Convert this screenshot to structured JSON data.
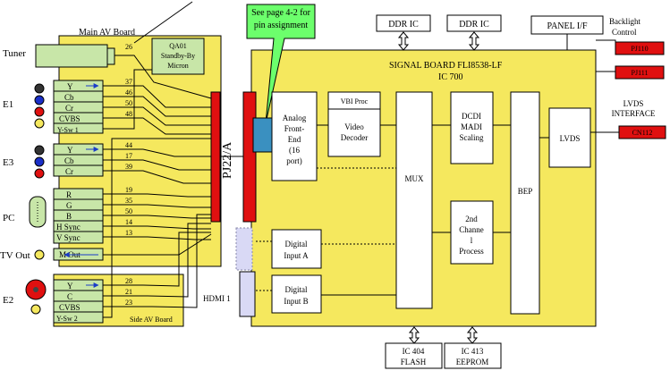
{
  "main_av_board": {
    "title": "Main AV Board",
    "qa01": [
      "QA01",
      "Standby-By",
      "Micron"
    ]
  },
  "side_av_board": {
    "title": "Side AV Board"
  },
  "tuner": {
    "label": "Tuner",
    "pin": "26"
  },
  "e1": {
    "label": "E1",
    "signals": [
      "Y",
      "Cb",
      "Cr",
      "CVBS",
      "Y-Sw 1"
    ],
    "pins": [
      "37",
      "46",
      "50",
      "48"
    ]
  },
  "e3": {
    "label": "E3",
    "signals": [
      "Y",
      "Cb",
      "Cr"
    ],
    "pins": [
      "44",
      "17",
      "39"
    ]
  },
  "pc": {
    "label": "PC",
    "signals": [
      "R",
      "G",
      "B",
      "H Sync",
      "V Sync"
    ],
    "pins": [
      "19",
      "35",
      "50",
      "14",
      "13"
    ]
  },
  "tv_out": {
    "label": "TV Out",
    "signal": "M Out"
  },
  "e2": {
    "label": "E2",
    "signals": [
      "Y",
      "C",
      "CVBS",
      "Y-Sw 2"
    ],
    "pins": [
      "28",
      "21",
      "23"
    ]
  },
  "hdmi": {
    "label": "HDMI 1"
  },
  "connector": {
    "label": "PJ22/A"
  },
  "callout": {
    "lines": [
      "See page 4-2 for",
      "pin assignment"
    ]
  },
  "signal_board": {
    "title": "SIGNAL BOARD FLI8538-LF",
    "subtitle": "IC 700"
  },
  "ddr1": {
    "label": "DDR  IC"
  },
  "ddr2": {
    "label": "DDR  IC"
  },
  "panel": {
    "label": "PANEL  I/F"
  },
  "backlight": {
    "lines": [
      "Backlight",
      "Control"
    ],
    "pins": [
      "PJ110",
      "PJ111"
    ]
  },
  "lvds_interface": {
    "lines": [
      "LVDS",
      "INTERFACE"
    ],
    "pin": "CN112"
  },
  "blocks": {
    "analog_fe": [
      "Analog",
      "Front-",
      "End",
      "(16",
      "port)"
    ],
    "vbi": "VBI Proc",
    "video_decoder": [
      "Video",
      "Decoder"
    ],
    "digital_a": [
      "Digital",
      "Input A"
    ],
    "digital_b": [
      "Digital",
      "Input B"
    ],
    "mux": "MUX",
    "dcdi": [
      "DCDI",
      "MADI",
      "Scaling"
    ],
    "second_channel": [
      "2nd",
      "Channe",
      "l",
      "Process"
    ],
    "bep": "BEP",
    "lvds": "LVDS"
  },
  "ic404": [
    "IC 404",
    "FLASH"
  ],
  "ic413": [
    "IC 413",
    "EEPROM"
  ]
}
